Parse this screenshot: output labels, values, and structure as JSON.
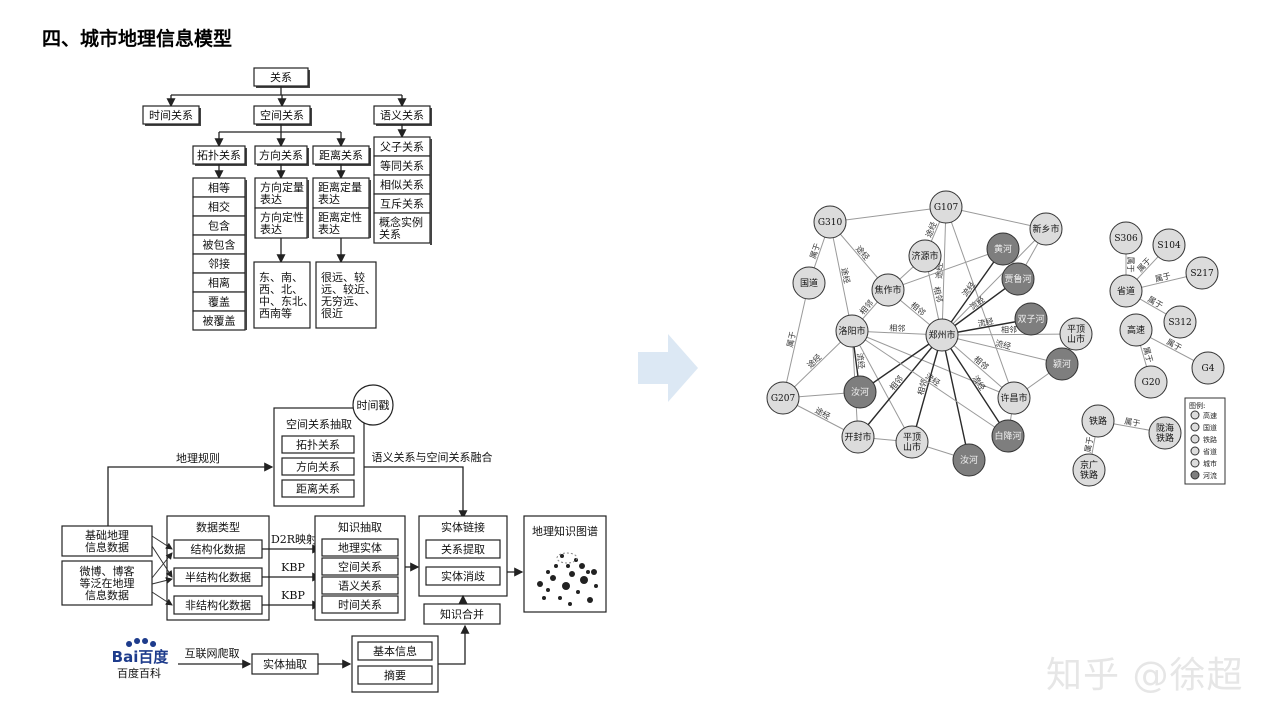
{
  "page": {
    "title": "四、城市地理信息模型",
    "watermark": "知乎 @徐超"
  },
  "tree": {
    "root": "关系",
    "level1": [
      "时间关系",
      "空间关系",
      "语义关系"
    ],
    "spatial": [
      "拓扑关系",
      "方向关系",
      "距离关系"
    ],
    "topology": [
      "相等",
      "相交",
      "包含",
      "被包含",
      "邻接",
      "相离",
      "覆盖",
      "被覆盖"
    ],
    "direction": [
      "方向定量\n表达",
      "方向定性\n表达"
    ],
    "direction_values": "东、南、\n西、北、\n中、东北、\n西南等",
    "distance": [
      "距离定量\n表达",
      "距离定性\n表达"
    ],
    "distance_values": "很远、较\n远、较近、\n无穷远、\n很近",
    "semantic": [
      "父子关系",
      "等同关系",
      "相似关系",
      "互斥关系",
      "概念实例\n关系"
    ]
  },
  "flow": {
    "timestamp": "时间戳",
    "spatial_extract": "空间关系抽取",
    "spatial_items": [
      "拓扑关系",
      "方向关系",
      "距离关系"
    ],
    "geo_rule": "地理规则",
    "fusion": "语义关系与空间关系融合",
    "source1": "基础地理\n信息数据",
    "source2": "微博、博客\n等泛在地理\n信息数据",
    "data_type": "数据类型",
    "data_types": [
      "结构化数据",
      "半结构化数据",
      "非结构化数据"
    ],
    "d2r": "D2R映射",
    "kbp1": "KBP",
    "kbp2": "KBP",
    "knowledge_extract": "知识抽取",
    "knowledge_items": [
      "地理实体",
      "空间关系",
      "语义关系",
      "时间关系"
    ],
    "entity_link": "实体链接",
    "entity_items": [
      "关系提取",
      "实体消歧"
    ],
    "merge": "知识合并",
    "kg": "地理知识图谱",
    "baidu_logo": "Bai百度",
    "baidu_caption": "百度百科",
    "crawl": "互联网爬取",
    "entity_extract": "实体抽取",
    "info_items": [
      "基本信息",
      "摘要"
    ]
  },
  "graph": {
    "nodes": {
      "g310": "G310",
      "g107": "G107",
      "xinxiang": "新乡市",
      "jiyuan": "济源市",
      "huanghe1": "黄河",
      "guodao": "国道",
      "jiaozuo": "焦作市",
      "jialuhe": "贾鲁河",
      "luoyang": "洛阳市",
      "zhengzhou": "郑州市",
      "shuangji": "双子河",
      "pingding1": "平顶\n山市",
      "g207": "G207",
      "ruhe1": "汝河",
      "yinghe": "颍河",
      "xuchang": "许昌市",
      "kaifeng": "开封市",
      "pingding2": "平顶\n山市",
      "baisha": "白降河",
      "ruhe2": "汝河",
      "s306": "S306",
      "s104": "S104",
      "s217": "S217",
      "shengdao": "省道",
      "gaosu": "高速",
      "s312": "S312",
      "g20": "G20",
      "g4": "G4",
      "tielu": "铁路",
      "longhai": "陇海\n铁路",
      "jingguang": "京广\n铁路"
    },
    "edge_labels": {
      "shuyu": "属于",
      "tujing": "途经",
      "liujing": "流经",
      "xianglin": "相邻"
    },
    "legend": {
      "title": "图例:",
      "items": [
        "高速",
        "国道",
        "铁路",
        "省道",
        "城市",
        "河流"
      ]
    }
  }
}
